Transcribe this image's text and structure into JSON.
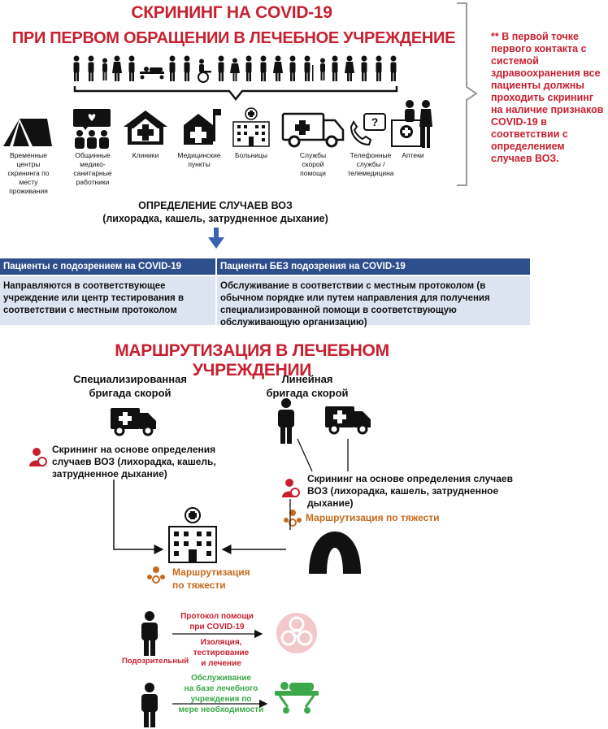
{
  "screening": {
    "title_line1": "СКРИНИНГ НА COVID-19",
    "title_line2": "ПРИ ПЕРВОМ ОБРАЩЕНИИ В ЛЕЧЕБНОЕ УЧРЕЖДЕНИЕ",
    "side_note": "** В первой точке первого контакта с системой здравоохранения все пациенты должны проходить скрининг на наличие признаков COVID-19 в соответствии с определением случаев ВОЗ.",
    "contact_points": [
      {
        "label": "Временные центры скрининга по месту проживания"
      },
      {
        "label": "Общинные медико-санитарные работники"
      },
      {
        "label": "Клиники"
      },
      {
        "label": "Медицинские пункты"
      },
      {
        "label": "Больницы"
      },
      {
        "label": "Службы скорой помощи"
      },
      {
        "label": "Телефонные службы / телемедицина"
      },
      {
        "label": "Аптеки"
      }
    ],
    "case_definition_line1": "ОПРЕДЕЛЕНИЕ СЛУЧАЕВ ВОЗ",
    "case_definition_line2": "(лихорадка, кашель, затрудненное дыхание)"
  },
  "table": {
    "col1_header": "Пациенты с подозрением на COVID-19",
    "col2_header": "Пациенты БЕЗ подозрения на COVID-19",
    "col1_body": "Направляются в соответствующее учреждение или центр тестирования в соответствии с местным протоколом",
    "col2_body": "Обслуживание в соответствии с местным протоколом (в обычном порядке или путем направления для получения специализированной помощи в соответствующую обслуживающую организацию)"
  },
  "routing": {
    "title": "МАРШРУТИЗАЦИЯ В ЛЕЧЕБНОМ УЧРЕЖДЕНИИ",
    "specialized_team_line1": "Специализированная",
    "specialized_team_line2": "бригада скорой",
    "line_team_line1": "Линейная",
    "line_team_line2": "бригада скорой",
    "screening_text_left": "Скрининг на основе определения случаев ВОЗ (лихорадка, кашель, затрудненное дыхание)",
    "screening_text_right": "Скрининг на основе определения случаев ВОЗ (лихорадка, кашель, затрудненное дыхание)",
    "severity_right": "Маршрутизация по тяжести",
    "severity_center_line1": "Маршрутизация",
    "severity_center_line2": "по тяжести",
    "protocol_line1": "Протокол помощи",
    "protocol_line2": "при COVID-19",
    "isolation_line1": "Изоляция, тестирование",
    "isolation_line2": "и лечение",
    "suspect_label": "Подозрительный",
    "service_line1": "Обслуживание",
    "service_line2": "на базе лечебного",
    "service_line3": "учреждения по",
    "service_line4": "мере необходимости"
  },
  "colors": {
    "accent_red": "#c8202f",
    "table_header": "#2f4f8c",
    "table_body": "#dde4f1",
    "orange": "#c66a1e",
    "green": "#3ca84a",
    "arrow_blue": "#3b62b3"
  }
}
